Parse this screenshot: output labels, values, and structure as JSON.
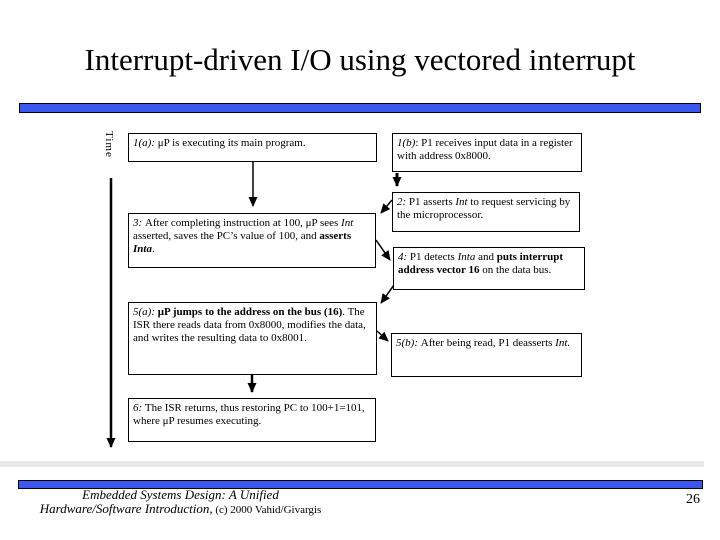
{
  "title": "Interrupt-driven I/O using vectored interrupt",
  "accent_color": "#3b57ee",
  "divider_color": "#eaeaea",
  "time_axis": {
    "label": "Time"
  },
  "boxes": {
    "b1a": {
      "segments": [
        {
          "t": "1(a): ",
          "s": "i"
        },
        {
          "t": "μP is executing its main program."
        }
      ]
    },
    "b1b": {
      "segments": [
        {
          "t": "1(b)",
          "s": "i"
        },
        {
          "t": ": P1 receives input data in a register with address 0x8000."
        }
      ]
    },
    "b2": {
      "segments": [
        {
          "t": "2: ",
          "s": "i"
        },
        {
          "t": "P1 asserts "
        },
        {
          "t": "Int",
          "s": "i"
        },
        {
          "t": " to request servicing by the microprocessor."
        }
      ]
    },
    "b3": {
      "segments": [
        {
          "t": "3: ",
          "s": "i"
        },
        {
          "t": "After completing instruction at 100, μP sees "
        },
        {
          "t": "Int",
          "s": "i"
        },
        {
          "t": " asserted, saves the PC’s value of 100, and "
        },
        {
          "t": "asserts ",
          "s": "b"
        },
        {
          "t": "Inta",
          "s": "bi"
        },
        {
          "t": "."
        }
      ]
    },
    "b4": {
      "segments": [
        {
          "t": "4: ",
          "s": "i"
        },
        {
          "t": "P1 detects "
        },
        {
          "t": "Inta",
          "s": "i"
        },
        {
          "t": " and "
        },
        {
          "t": "puts interrupt address vector 16",
          "s": "b"
        },
        {
          "t": " on the data bus."
        }
      ]
    },
    "b5a": {
      "segments": [
        {
          "t": "5(a): ",
          "s": "i"
        },
        {
          "t": "μP jumps to the address on the bus (16)",
          "s": "b"
        },
        {
          "t": ". The ISR there reads data from 0x8000, modifies the data, and writes the resulting data to 0x8001."
        }
      ]
    },
    "b5b": {
      "segments": [
        {
          "t": "5(b): ",
          "s": "i"
        },
        {
          "t": "After being read, P1 deasserts "
        },
        {
          "t": "Int.",
          "s": "i"
        }
      ]
    },
    "b6": {
      "segments": [
        {
          "t": "6: ",
          "s": "i"
        },
        {
          "t": "The ISR returns, thus restoring PC to 100+1=101, where μP resumes executing."
        }
      ]
    }
  },
  "footer": {
    "line1": "Embedded Systems Design: A Unified",
    "line2_segments": [
      {
        "t": "Hardware/Software Introduction,",
        "s": "i"
      },
      {
        "t": " (c) 2000 Vahid/Givargis",
        "s": "r"
      }
    ],
    "page_number": "26"
  }
}
